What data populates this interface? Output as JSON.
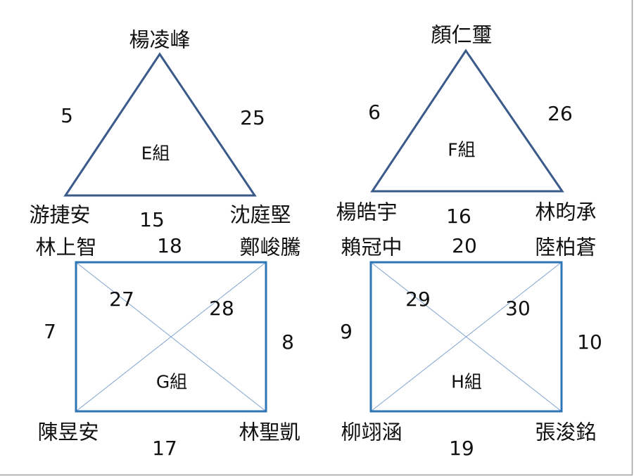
{
  "groups": {
    "e": {
      "label": "E組",
      "players": {
        "top": "楊凌峰",
        "bottom_left": "游捷安",
        "bottom_right": "沈庭堅"
      },
      "matches": {
        "left": "5",
        "right": "25",
        "bottom": "15"
      }
    },
    "f": {
      "label": "F組",
      "players": {
        "top": "顏仁璽",
        "bottom_left": "楊皓宇",
        "bottom_right": "林昀承"
      },
      "matches": {
        "left": "6",
        "right": "26",
        "bottom": "16"
      }
    },
    "g": {
      "label": "G組",
      "players": {
        "top_left": "林上智",
        "top_right": "鄭峻騰",
        "bottom_left": "陳昱安",
        "bottom_right": "林聖凱"
      },
      "matches": {
        "top": "18",
        "left": "7",
        "right": "8",
        "bottom": "17",
        "diag_a": "27",
        "diag_b": "28"
      }
    },
    "h": {
      "label": "H組",
      "players": {
        "top_left": "賴冠中",
        "top_right": "陸柏蒼",
        "bottom_left": "柳翊涵",
        "bottom_right": "張浚銘"
      },
      "matches": {
        "top": "20",
        "left": "9",
        "right": "10",
        "bottom": "19",
        "diag_a": "29",
        "diag_b": "30"
      }
    }
  },
  "colors": {
    "triangle_stroke": "#3a5a8a",
    "rect_stroke": "#2e75b6",
    "diagonal_stroke": "#7fa3cf",
    "page_border": "#a0a0a0"
  }
}
